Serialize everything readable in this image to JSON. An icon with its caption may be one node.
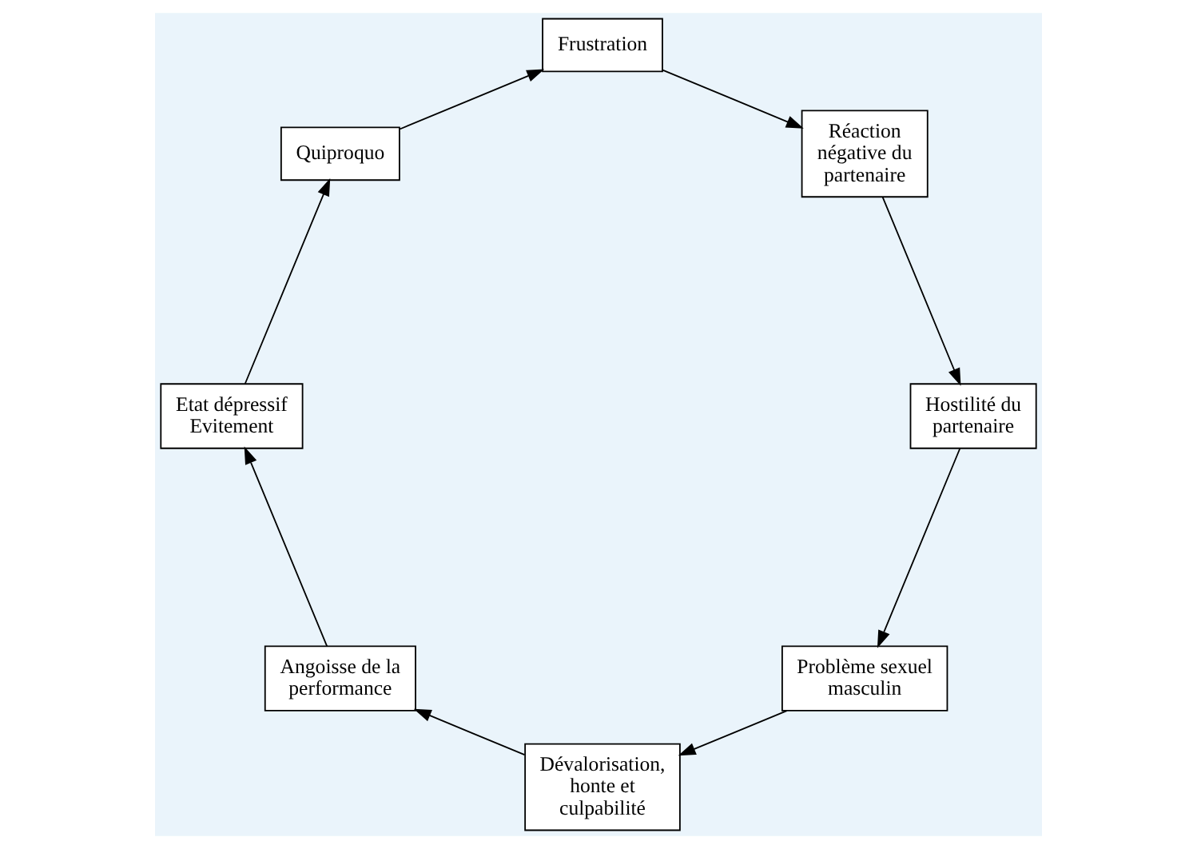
{
  "diagram": {
    "nodes": [
      {
        "text": [
          "Problème sexuel masculin"
        ]
      },
      {
        "text": [
          "Dévalorisation, honte et culpabilité"
        ]
      },
      {
        "text": [
          "Angoisse de la performance"
        ]
      },
      {
        "text": [
          "Etat dépressif Evitement"
        ]
      },
      {
        "text": [
          "Quiproquo"
        ]
      },
      {
        "text": [
          "Frustration"
        ]
      },
      {
        "text": [
          "Réaction négative du partenaire"
        ]
      },
      {
        "text": [
          "Hostilité du partenaire"
        ]
      }
    ],
    "edges": [
      {
        "from": 0,
        "to": 1,
        "arrow": "to"
      },
      {
        "from": 1,
        "to": 2,
        "arrow": "to"
      },
      {
        "from": 2,
        "to": 3,
        "arrow": "to"
      },
      {
        "from": 3,
        "to": 4,
        "arrow": "to"
      },
      {
        "from": 4,
        "to": 5,
        "arrow": "to"
      },
      {
        "from": 5,
        "to": 6,
        "arrow": "to"
      },
      {
        "from": 6,
        "to": 7,
        "arrow": "to"
      },
      {
        "from": 7,
        "to": 0,
        "arrow": "to"
      }
    ]
  }
}
